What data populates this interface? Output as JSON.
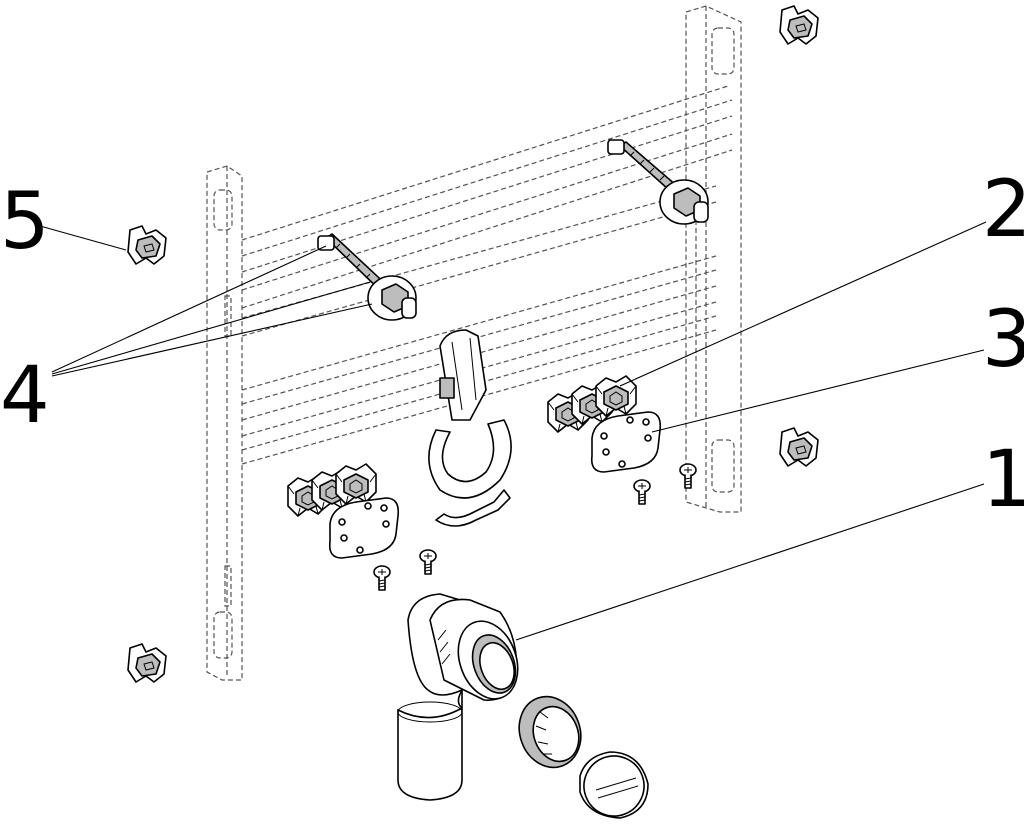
{
  "callouts": [
    {
      "id": "1",
      "label": "1"
    },
    {
      "id": "2",
      "label": "2"
    },
    {
      "id": "3",
      "label": "3"
    },
    {
      "id": "4",
      "label": "4"
    },
    {
      "id": "5",
      "label": "5"
    }
  ],
  "colors": {
    "line": "#000000",
    "frame_dash": "#555555",
    "shade": "#bdbdbd",
    "background": "#ffffff"
  },
  "icons": [
    "bracket-frame-icon",
    "threaded-rod-icon",
    "clamp-nut-icon",
    "mounting-plate-icon",
    "screw-icon",
    "pipe-bracket-icon",
    "drain-elbow-icon",
    "adapter-ring-icon",
    "end-cap-icon"
  ]
}
